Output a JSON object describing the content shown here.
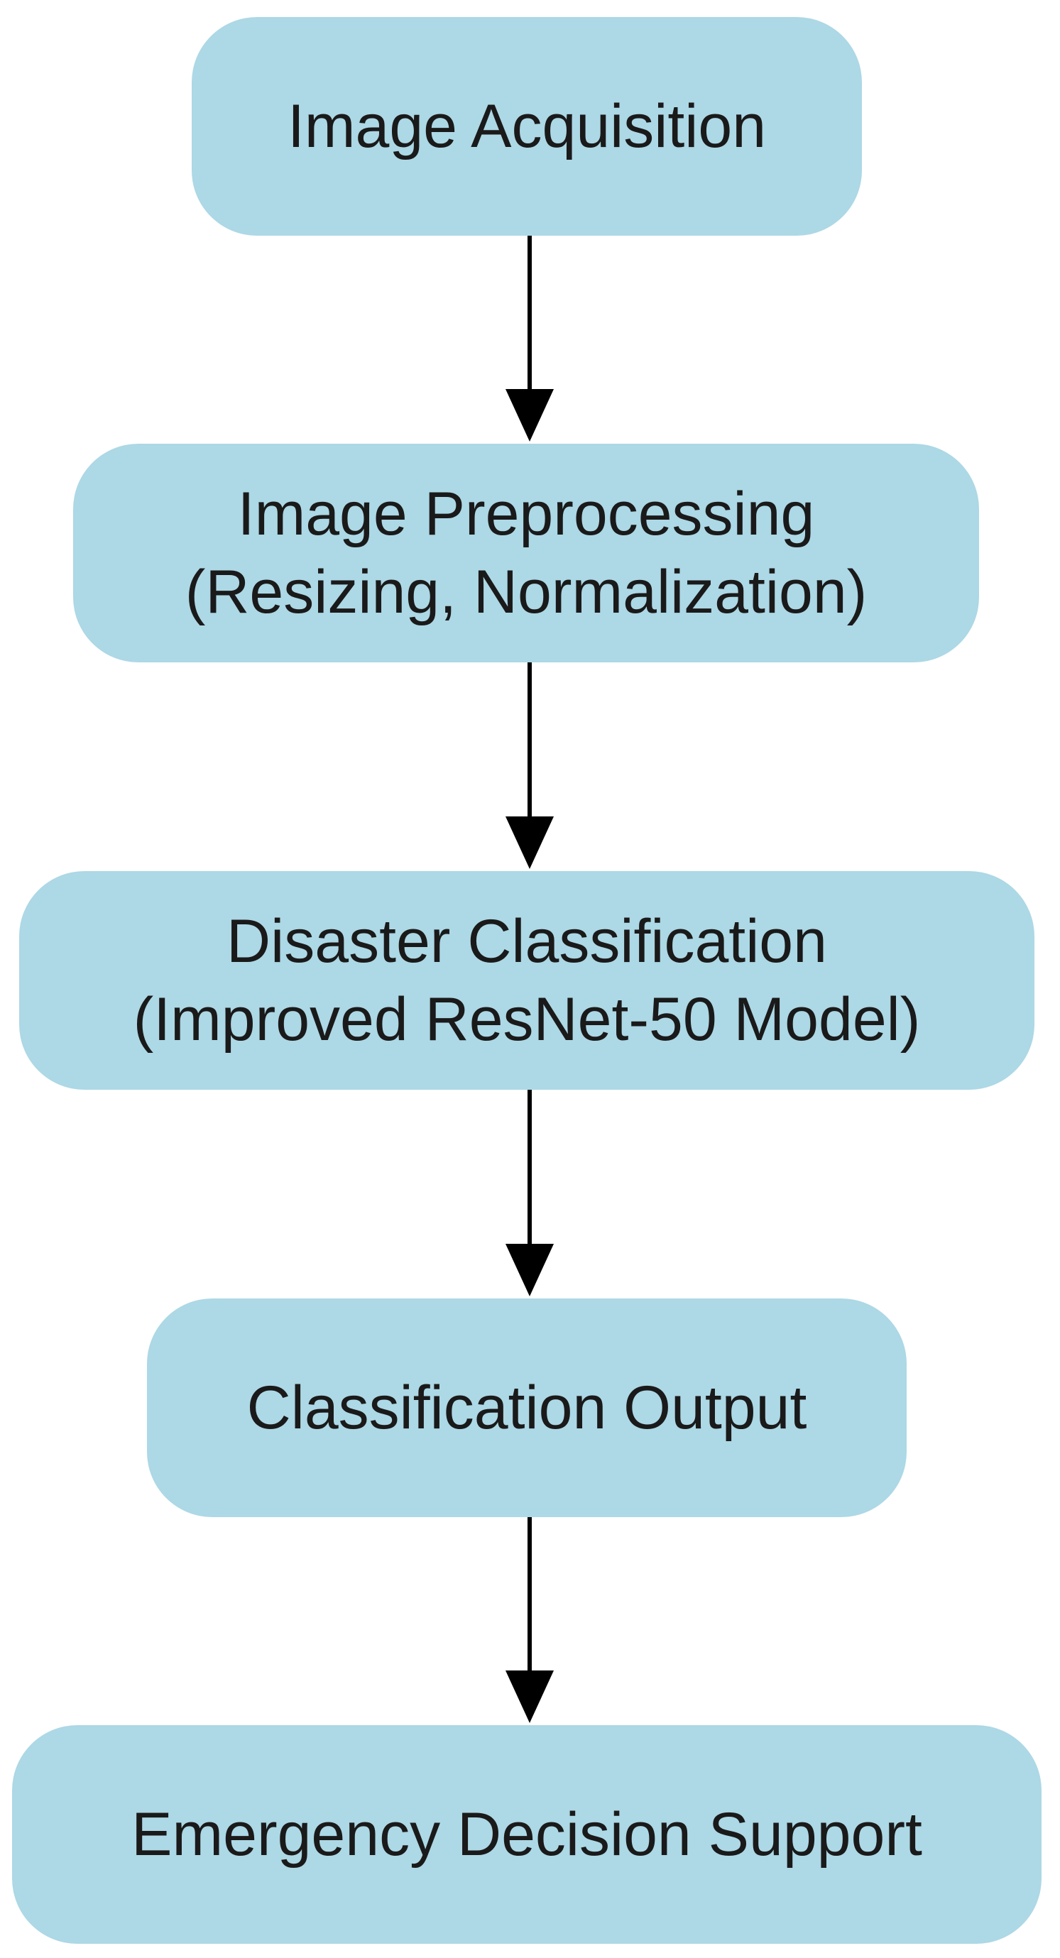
{
  "diagram": {
    "node_fill": "#add8e6",
    "text_color": "#1a1a1a",
    "edge_color": "#000000",
    "nodes": [
      {
        "id": "image-acquisition",
        "lines": [
          "Image Acquisition"
        ]
      },
      {
        "id": "image-preprocessing",
        "lines": [
          "Image Preprocessing",
          "(Resizing, Normalization)"
        ]
      },
      {
        "id": "disaster-classification",
        "lines": [
          "Disaster Classification",
          "(Improved ResNet-50 Model)"
        ]
      },
      {
        "id": "classification-output",
        "lines": [
          "Classification Output"
        ]
      },
      {
        "id": "emergency-decision-support",
        "lines": [
          "Emergency Decision Support"
        ]
      }
    ],
    "edges": [
      {
        "from": "image-acquisition",
        "to": "image-preprocessing"
      },
      {
        "from": "image-preprocessing",
        "to": "disaster-classification"
      },
      {
        "from": "disaster-classification",
        "to": "classification-output"
      },
      {
        "from": "classification-output",
        "to": "emergency-decision-support"
      }
    ]
  }
}
